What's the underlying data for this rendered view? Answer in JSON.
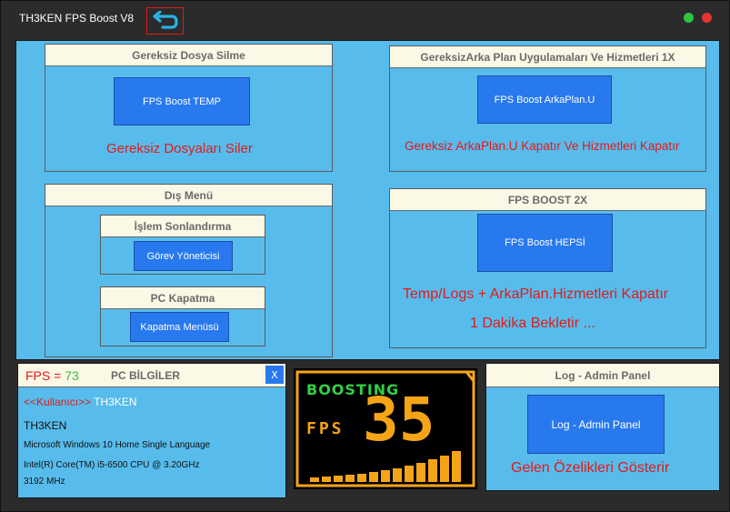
{
  "window": {
    "title": "TH3KEN FPS Boost  V8"
  },
  "colors": {
    "panel_bg": "#57bcec",
    "header_bg": "#fbf8e5",
    "button_bg": "#2879ee",
    "red_text": "#e31a1a",
    "boost_yellow": "#f6a417",
    "boost_green": "#31d043"
  },
  "temp_section": {
    "header": "Gereksiz Dosya Silme",
    "button": "FPS Boost TEMP",
    "description": "Gereksiz Dosyaları Siler"
  },
  "background_section": {
    "header": "GereksizArka Plan Uygulamaları Ve Hizmetleri 1X",
    "button": "FPS Boost ArkaPlan.U",
    "description": "Gereksiz ArkaPlan.U Kapatır Ve Hizmetleri Kapatır"
  },
  "outer_menu": {
    "header": "Dış Menü",
    "task_section": {
      "header": "İşlem Sonlandırma",
      "button": "Görev Yöneticisi"
    },
    "shutdown_section": {
      "header": "PC Kapatma",
      "button": "Kapatma Menüsü"
    }
  },
  "boost_2x": {
    "header": "FPS BOOST 2X",
    "button": "FPS Boost HEPSİ",
    "description_line1": "Temp/Logs + ArkaPlan.Hizmetleri Kapatır",
    "description_line2": "1 Dakika Bekletir ..."
  },
  "pc_info": {
    "fps_label": "FPS = ",
    "fps_value": "73",
    "title": "PC BİLGİLER",
    "close_label": "X",
    "user_label": "<<Kullanıcı>>",
    "user_value": "TH3KEN",
    "machine_name": "TH3KEN",
    "os": "Microsoft Windows 10 Home Single Language",
    "cpu": "Intel(R) Core(TM) i5-6500 CPU @ 3.20GHz",
    "cpu_speed": "3192 MHz"
  },
  "boost_graphic": {
    "top_text": "BOOSTING",
    "fps_text": "FPS",
    "fps_number": "35"
  },
  "log_panel": {
    "header": "Log - Admin Panel",
    "button": "Log - Admin Panel",
    "description": "Gelen Özelikleri Gösterir"
  }
}
